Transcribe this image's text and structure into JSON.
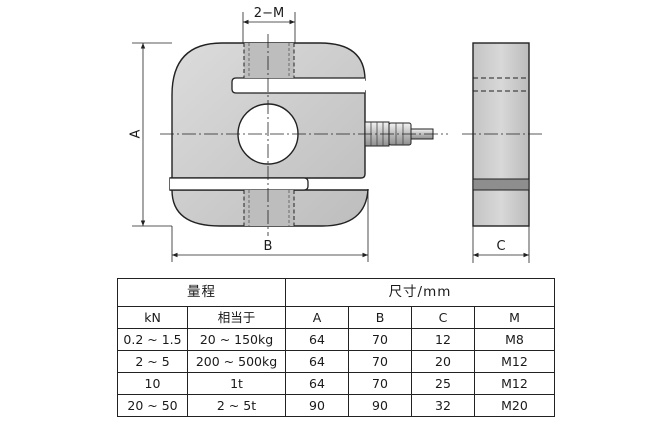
{
  "drawing": {
    "dim_top": "2−M",
    "dim_height": "A",
    "dim_width": "B",
    "dim_depth": "C"
  },
  "table": {
    "group_range": "量程",
    "group_size": "尺寸/mm",
    "columns": [
      "kN",
      "相当于",
      "A",
      "B",
      "C",
      "M"
    ],
    "rows": [
      [
        "0.2 ~ 1.5",
        "20 ~ 150kg",
        "64",
        "70",
        "12",
        "M8"
      ],
      [
        "2 ~ 5",
        "200 ~ 500kg",
        "64",
        "70",
        "20",
        "M12"
      ],
      [
        "10",
        "1t",
        "64",
        "70",
        "25",
        "M12"
      ],
      [
        "20 ~ 50",
        "2 ~ 5t",
        "90",
        "90",
        "32",
        "M20"
      ]
    ]
  },
  "colors": {
    "body_fill": "#cfcfcf",
    "thread_fill": "#b8b8b8",
    "line": "#222222"
  }
}
